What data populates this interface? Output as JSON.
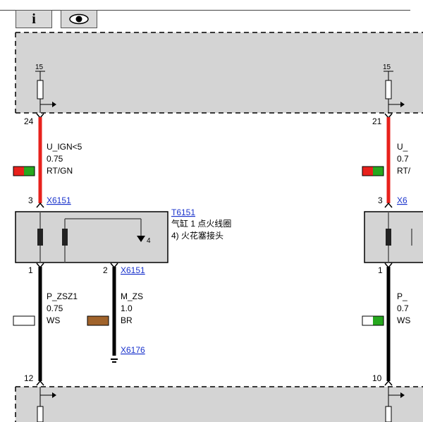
{
  "toolbar": {
    "info_icon": "i",
    "view_icon": "eye-icon"
  },
  "supply_block": {
    "left_terminal": "15",
    "right_terminal": "15"
  },
  "ground_block": {},
  "left_circuit": {
    "upper_pin": "24",
    "upper_wire": {
      "signal": "U_IGN<5",
      "gauge": "0.75",
      "color_code": "RT/GN",
      "colors": [
        "#e8211c",
        "#26a81e"
      ]
    },
    "upper_connector_pin": "3",
    "upper_connector_link": "X6151",
    "component_link": "T6151",
    "component_name": "气缸 1 点火线圈",
    "component_note": "4)  火花塞接头",
    "internal_pin": "4",
    "lower_pin_1": "1",
    "lower_pin_2": "2",
    "lower_connector_link": "X6151",
    "wire_a": {
      "signal": "P_ZSZ1",
      "gauge": "0.75",
      "color_code": "WS",
      "colors": [
        "#ffffff"
      ]
    },
    "wire_b": {
      "signal": "M_ZS",
      "gauge": "1.0",
      "color_code": "BR",
      "colors": [
        "#a0632b"
      ]
    },
    "ground_link": "X6176",
    "bottom_pin": "12"
  },
  "right_circuit": {
    "upper_pin": "21",
    "upper_wire": {
      "signal": "U_",
      "gauge": "0.7",
      "color_code": "RT/"
    },
    "upper_connector_pin": "3",
    "upper_connector_link": "X6",
    "lower_pin": "1",
    "wire": {
      "signal": "P_",
      "gauge": "0.7",
      "color_code": "WS",
      "colors": [
        "#ffffff",
        "#26a81e"
      ]
    },
    "bottom_pin": "10"
  },
  "colors": {
    "supply_wire": "#e8211c",
    "ground_wire": "#000000",
    "block_fill": "#d4d4d4",
    "link": "#1a33cc"
  }
}
